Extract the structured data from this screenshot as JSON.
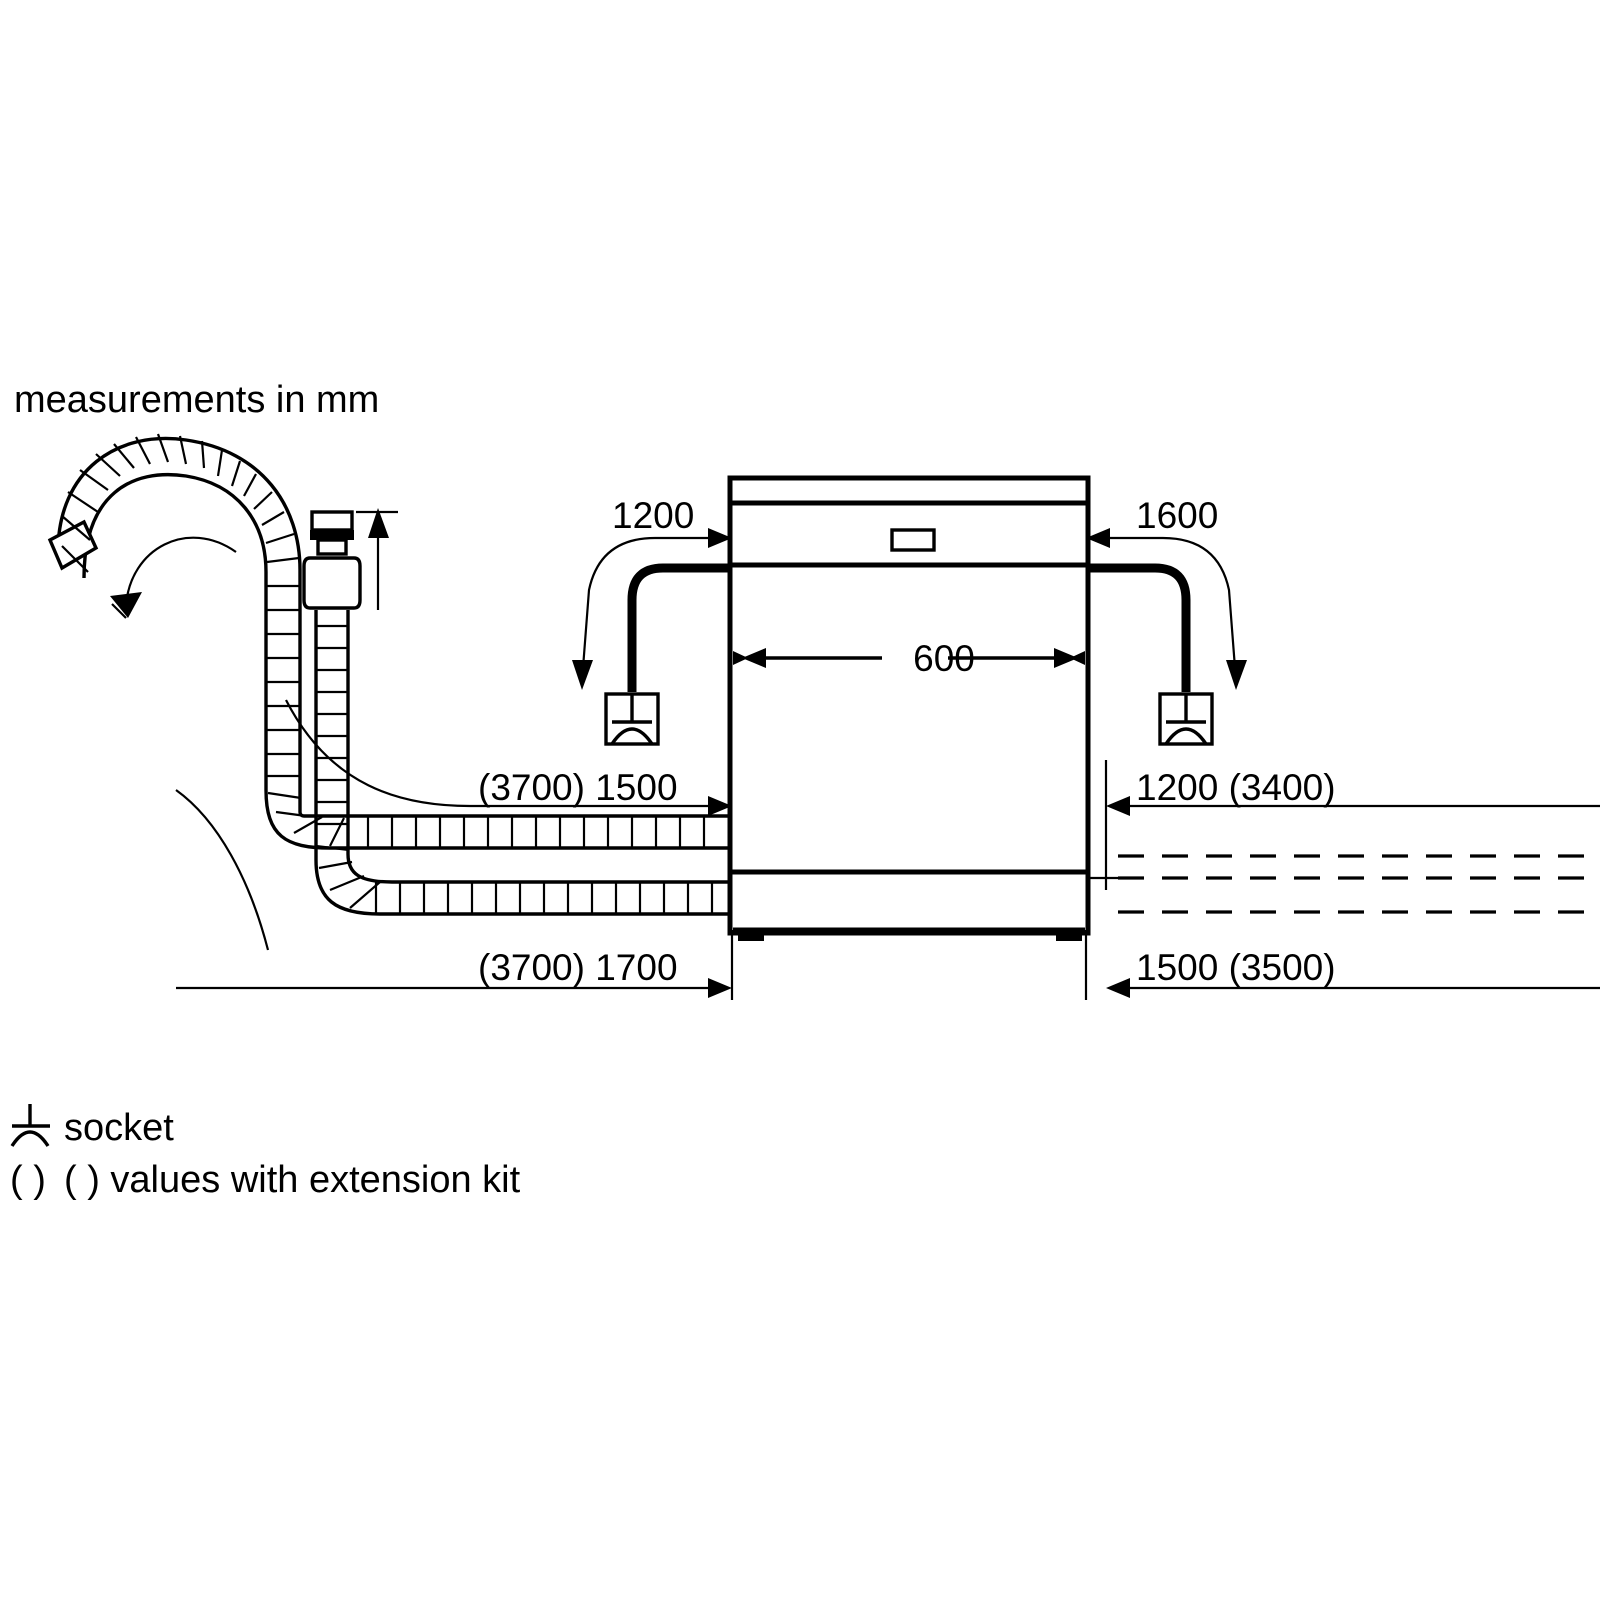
{
  "page": {
    "title": "measurements in mm",
    "background_color": "#ffffff",
    "line_color": "#000000"
  },
  "dimensions": {
    "left_socket_height": "1200",
    "right_socket_height": "1600",
    "appliance_width": "600",
    "left_upper_hose": "(3700) 1500",
    "left_lower_hose": "(3700) 1700",
    "right_upper_cable": "1200 (3400)",
    "right_lower_cable": "1500 (3500)"
  },
  "legend": {
    "socket_label": "socket",
    "extension_label": "( ) values with extension kit",
    "socket_icon_name": "socket-icon",
    "paren_symbol": "( )"
  },
  "components": {
    "appliance_name": "dishwasher-front-view",
    "drain_hose_name": "corrugated-drain-hose",
    "inlet_hose_name": "corrugated-inlet-hose",
    "aquastop_valve_name": "aquastop-valve",
    "left_socket_name": "socket-left",
    "right_socket_name": "socket-right",
    "power_cable_left_name": "power-cable-left",
    "power_cable_right_name": "power-cable-right",
    "dashed_route_name": "alternate-hose-route"
  }
}
